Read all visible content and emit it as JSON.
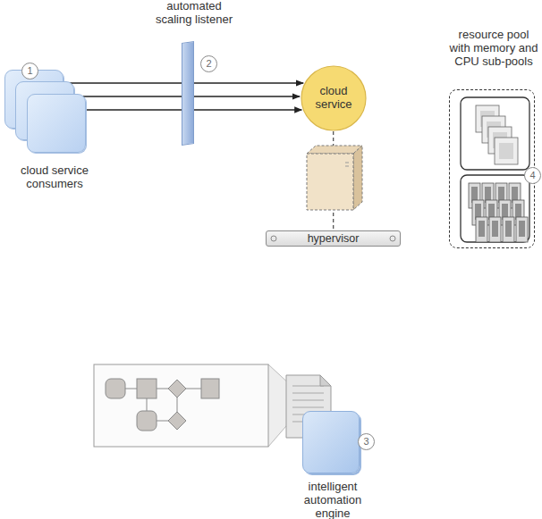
{
  "diagram": {
    "nodes": [
      {
        "text": [
          "cloud service consumers"
        ]
      },
      {
        "text": [
          "automated scaling listener"
        ]
      },
      {
        "text": [
          "cloud service"
        ]
      },
      {
        "text": [
          "hypervisor"
        ]
      },
      {
        "text": [
          "resource pool with memory and CPU sub-pools"
        ]
      },
      {
        "text": [
          "intelligent automation engine"
        ]
      }
    ],
    "edges": [
      {
        "from": 0,
        "to": 2,
        "arrow": "to"
      },
      {
        "from": 0,
        "to": 2,
        "arrow": "to"
      },
      {
        "from": 0,
        "to": 2,
        "arrow": "to"
      },
      {
        "from": 2,
        "to": 3,
        "arrow": "none"
      }
    ],
    "labels": [
      "1",
      "2",
      "3",
      "4"
    ]
  }
}
